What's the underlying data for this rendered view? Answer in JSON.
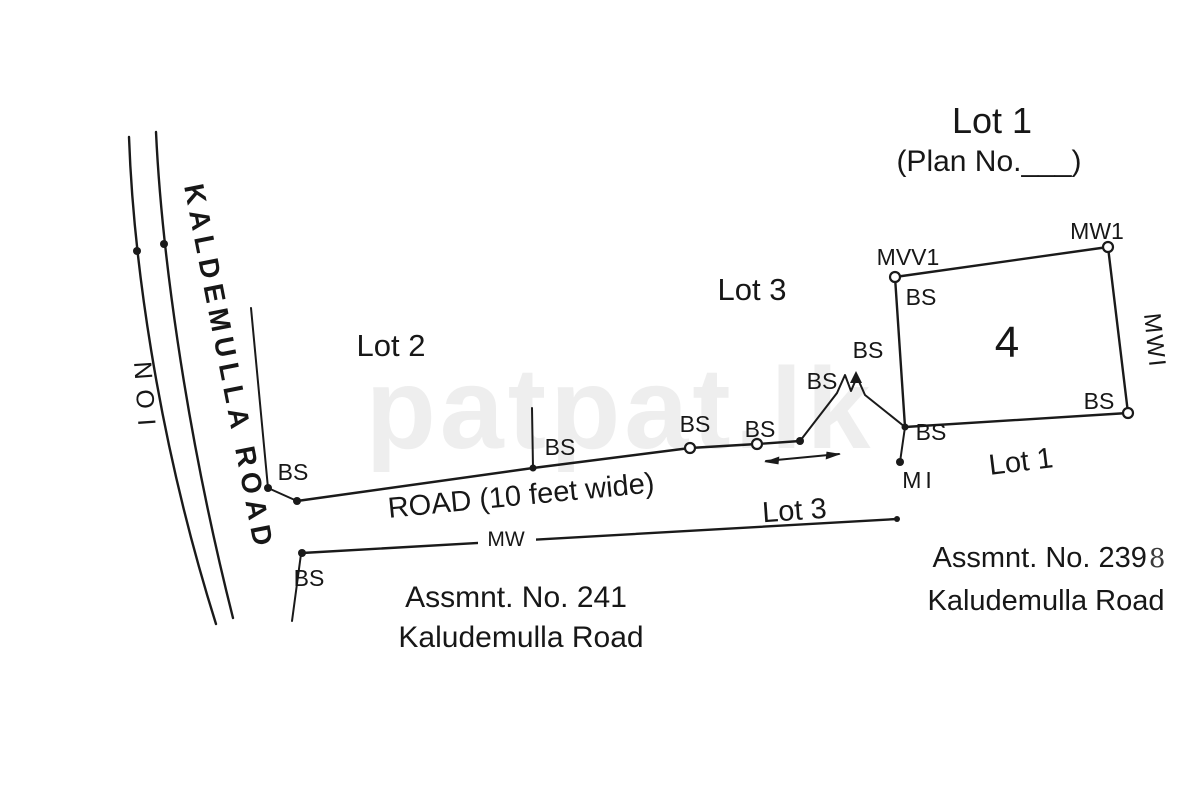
{
  "plan": {
    "title": "Lot 1",
    "subtitle": "(Plan No.___)",
    "watermark": "patpat.lk",
    "parcel_number": "4",
    "lot_labels": {
      "lot2": "Lot 2",
      "lot3_upper": "Lot 3",
      "lot3_road": "Lot 3",
      "lot1_east": "Lot 1"
    },
    "road": {
      "main_name": "KALDEMULLA ROAD",
      "side_text": "NOI",
      "access_road": "ROAD (10 feet wide)"
    },
    "marks": {
      "bs": "BS",
      "mw": "MW",
      "mi": "MI",
      "mw1": "MW1",
      "mvv1": "MVV1",
      "mwi": "MWI"
    },
    "assessments": {
      "left_line1": "Assmnt. No. 241",
      "left_line2": "Kaludemulla Road",
      "right_line1": "Assmnt. No. 239",
      "right_suffix": "8",
      "right_line2": "Kaludemulla Road"
    }
  }
}
